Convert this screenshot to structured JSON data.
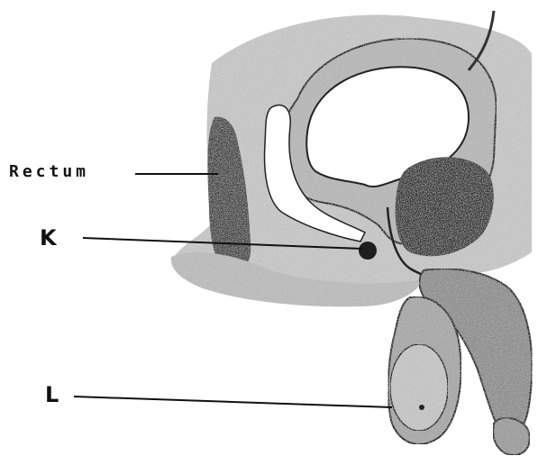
{
  "labels": {
    "rectum": "Rectum",
    "k": "K",
    "l": "L"
  },
  "style": {
    "ink": "#111111",
    "shade": "#9a9a9a",
    "dark": "#3a3a3a",
    "paper": "#ffffff"
  }
}
